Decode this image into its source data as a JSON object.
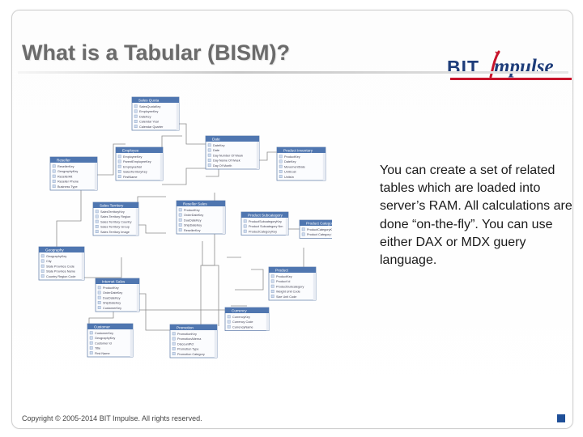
{
  "slide": {
    "title": "What is a Tabular (BISM)?",
    "body": "You can create a set of related tables which are loaded into server’s RAM. All calculations are done “on-the-fly”. You can use either DAX or MDX guery language.",
    "footer": "Copyright © 2005-2014 BIT Impulse. All rights reserved."
  },
  "logo": {
    "word1": "BIT",
    "word2": "mpulse"
  },
  "colors": {
    "title": "#6b6b6b",
    "brand_blue": "#1e3d7a",
    "brand_red": "#c7142b",
    "accent_square": "#1f4f98"
  },
  "diagram": {
    "tables": [
      {
        "title": "Sales Quota",
        "rows": [
          "SalesQuotaKey",
          "EmployeeKey",
          "DateKey",
          "Calendar Year",
          "Calendar Quarter"
        ]
      },
      {
        "title": "Employee",
        "rows": [
          "EmployeeKey",
          "ParentEmployeeKey",
          "EmployeeNat",
          "SalesTerritoryKey",
          "FirstName"
        ]
      },
      {
        "title": "Date",
        "rows": [
          "DateKey",
          "Date",
          "Day Number Of Week",
          "Day Name Of Week",
          "Day Of Month"
        ]
      },
      {
        "title": "Product Inventory",
        "rows": [
          "ProductKey",
          "DateKey",
          "MovementDate",
          "UnitCost",
          "UnitsIn"
        ]
      },
      {
        "title": "Reseller",
        "rows": [
          "ResellerKey",
          "GeographyKey",
          "ResellerAlt",
          "Reseller Phone",
          "Business Type"
        ]
      },
      {
        "title": "Sales Territory",
        "rows": [
          "SalesTerritoryKey",
          "Sales Territory Region",
          "Sales Territory Country",
          "Sales Territory Group",
          "Sales Territory Image"
        ]
      },
      {
        "title": "Reseller Sales",
        "rows": [
          "ProductKey",
          "OrderDateKey",
          "DueDateKey",
          "ShipDateKey",
          "ResellerKey"
        ]
      },
      {
        "title": "Product Subcategory",
        "rows": [
          "ProductSubcategoryKey",
          "Product Subcategory Nm",
          "ProductCategoryKey"
        ]
      },
      {
        "title": "Product Category",
        "rows": [
          "ProductCategoryKey",
          "Product Category Name"
        ]
      },
      {
        "title": "Geography",
        "rows": [
          "GeographyKey",
          "City",
          "State Province Code",
          "State Province Name",
          "Country Region Code"
        ]
      },
      {
        "title": "Internet Sales",
        "rows": [
          "ProductKey",
          "OrderDateKey",
          "DueDateKey",
          "ShipDateKey",
          "CustomerKey"
        ]
      },
      {
        "title": "Product",
        "rows": [
          "ProductKey",
          "Product Id",
          "ProductSubcategory",
          "Weight Unit Code",
          "Size Unit Code"
        ]
      },
      {
        "title": "Customer",
        "rows": [
          "CustomerKey",
          "GeographyKey",
          "Customer Id",
          "Title",
          "First Name"
        ]
      },
      {
        "title": "Promotion",
        "rows": [
          "PromotionKey",
          "PromotionAlterna",
          "DiscountPct",
          "Promotion Type",
          "Promotion Category"
        ]
      },
      {
        "title": "Currency",
        "rows": [
          "CurrencyKey",
          "Currency Code",
          "CurrencyName"
        ]
      }
    ]
  }
}
